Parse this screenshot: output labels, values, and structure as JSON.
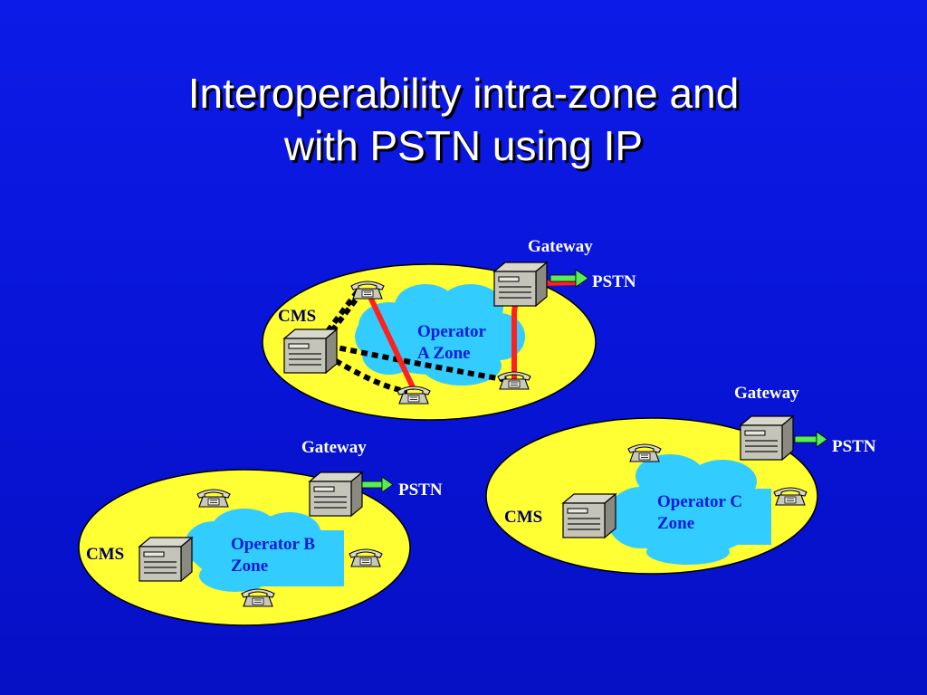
{
  "slide": {
    "title_line1": "Interoperability intra-zone and",
    "title_line2": "with PSTN using IP"
  },
  "colors": {
    "background": "#0a14dc",
    "zone_fill": "#ffff33",
    "cloud_fill": "#33ccff",
    "signal_line": "#ff2020",
    "dotted_link": "#000000",
    "pstn_arrow": "#55ee55"
  },
  "zones": {
    "a": {
      "cloud_label_line1": "Operator",
      "cloud_label_line2": "A Zone",
      "cms_label": "CMS",
      "gateway_label": "Gateway",
      "pstn_label": "PSTN"
    },
    "b": {
      "cloud_label_line1": "Operator B",
      "cloud_label_line2": "Zone",
      "cms_label": "CMS",
      "gateway_label": "Gateway",
      "pstn_label": "PSTN"
    },
    "c": {
      "cloud_label_line1": "Operator C",
      "cloud_label_line2": "Zone",
      "cms_label": "CMS",
      "gateway_label": "Gateway",
      "pstn_label": "PSTN"
    }
  },
  "icons": {
    "server": "server-icon",
    "phone": "telephone-icon"
  }
}
